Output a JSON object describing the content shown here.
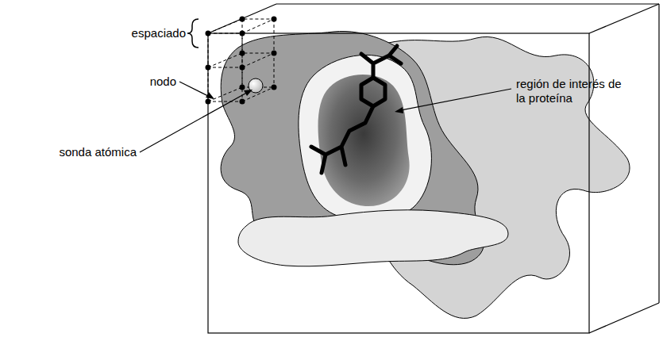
{
  "diagram": {
    "labels": [
      "espaciado",
      "nodo",
      "sonda atómica",
      "región de interés de la proteína"
    ]
  }
}
